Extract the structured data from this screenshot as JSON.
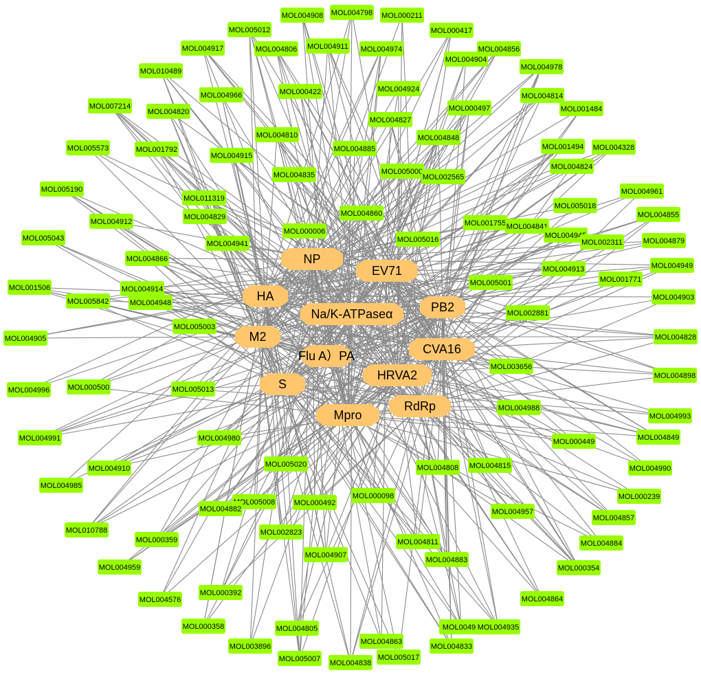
{
  "colors": {
    "compound": "#99ff00",
    "target": "#ffc66e",
    "edge": "#8a8a8a"
  },
  "targets": [
    "NP",
    "EV71",
    "HA",
    "Na/K-ATPaseα",
    "PB2",
    "M2",
    "Flu A）PA",
    "CVA16",
    "HRVA2",
    "S",
    "Mpro",
    "RdRp"
  ],
  "compounds": [
    "MOL004908",
    "MOL004798",
    "MOL000211",
    "MOL005012",
    "MOL000417",
    "MOL004911",
    "MOL004974",
    "MOL004806",
    "MOL004917",
    "MOL004856",
    "MOL004904",
    "MOL004978",
    "MOL010489",
    "MOL000422",
    "MOL004924",
    "MOL004966",
    "MOL004814",
    "MOL007214",
    "MOL004820",
    "MOL000497",
    "MOL001484",
    "MOL004827",
    "MOL004810",
    "MOL004848",
    "MOL005573",
    "MOL001792",
    "MOL004915",
    "MOL004885",
    "MOL001494",
    "MOL004328",
    "MOL004824",
    "MOL004835",
    "MOL005000",
    "MOL002565",
    "MOL004961",
    "MOL005190",
    "MOL011319",
    "MOL005018",
    "MOL004829",
    "MOL004912",
    "MOL004860",
    "MOL004855",
    "MOL001755",
    "MOL004841",
    "MOL000006",
    "MOL004945",
    "MOL002311",
    "MOL004879",
    "MOL005043",
    "MOL004941",
    "MOL005016",
    "MOL004866",
    "MOL004949",
    "MOL004913",
    "MOL001771",
    "MOL001506",
    "MOL004914",
    "MOL005001",
    "MOL004903",
    "MOL005842",
    "MOL004948",
    "MOL002881",
    "MOL005003",
    "MOL004828",
    "MOL004905",
    "MOL003656",
    "MOL004898",
    "MOL004996",
    "MOL000500",
    "MOL005013",
    "MOL004988",
    "MOL004993",
    "MOL004980",
    "MOL004991",
    "MOL004849",
    "MOL000449",
    "MOL004910",
    "MOL005020",
    "MOL004808",
    "MOL004815",
    "MOL004990",
    "MOL004985",
    "MOL000239",
    "MOL005008",
    "MOL004882",
    "MOL000492",
    "MOL000098",
    "MOL004957",
    "MOL004857",
    "MOL010788",
    "MOL000359",
    "MOL002823",
    "MOL004811",
    "MOL004884",
    "MOL004907",
    "MOL004883",
    "MOL000354",
    "MOL004959",
    "MOL000392",
    "MOL004576",
    "MOL004864",
    "MOL000358",
    "MOL004805",
    "MOL00491",
    "MOL004935",
    "MOL004863",
    "MOL004833",
    "MOL003896",
    "MOL005007",
    "MOL004838",
    "MOL005017"
  ]
}
